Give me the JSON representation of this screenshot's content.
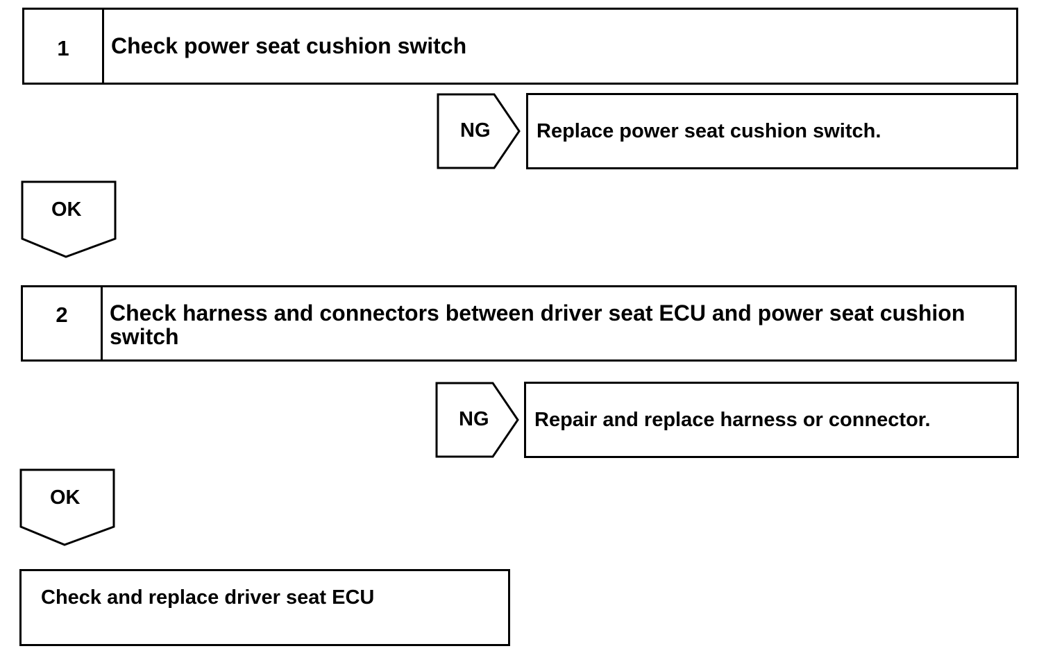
{
  "steps": [
    {
      "number": "1",
      "title": "Check power seat cushion switch",
      "ng_label": "NG",
      "ng_action": "Replace power seat cushion switch.",
      "ok_label": "OK"
    },
    {
      "number": "2",
      "title": "Check harness and connectors between driver seat ECU and power seat cushion switch",
      "ng_label": "NG",
      "ng_action": "Repair and replace harness or connector.",
      "ok_label": "OK"
    }
  ],
  "final_action": "Check and replace driver seat ECU"
}
